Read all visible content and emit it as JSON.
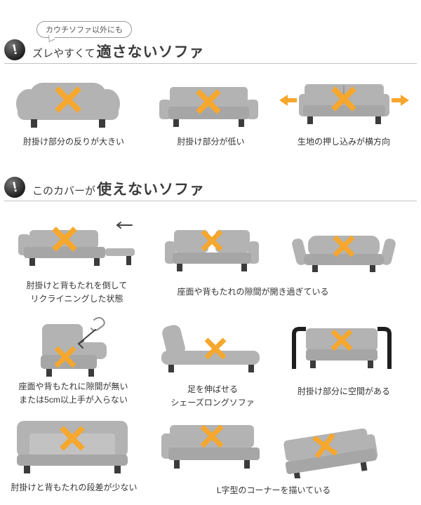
{
  "colors": {
    "accent_orange": "#f6a72e",
    "sofa_gray": "#b3b3b3",
    "frame_black": "#1e1e1e",
    "text": "#333333",
    "divider": "#c3c3c3"
  },
  "icons": {
    "warning_glyph": "!",
    "x_mark_glyph": "✕",
    "arrow_left_glyph": "←",
    "arrow_right_glyph": "→"
  },
  "bubble": {
    "label": "カウチソファ以外にも"
  },
  "section1": {
    "label_small": "ズレやすくて",
    "label_large": "適さないソファ",
    "captions": [
      "肘掛け部分の反りが大きい",
      "肘掛け部分が低い",
      "生地の押し込みが横方向"
    ]
  },
  "section2": {
    "label_small": "このカバーが",
    "label_large": "使えないソファ",
    "captions": [
      "肘掛けと背もたれを倒して\nリクライニングした状態",
      "座面や背もたれの隙間が開き過ぎている",
      "座面や背もたれに隙間が無い\nまたは5cm以上手が入らない",
      "足を伸ばせる\nシェーズロングソファ",
      "肘掛け部分に空間がある",
      "肘掛けと背もたれの段差が少ない",
      "L字型のコーナーを描いている"
    ]
  }
}
